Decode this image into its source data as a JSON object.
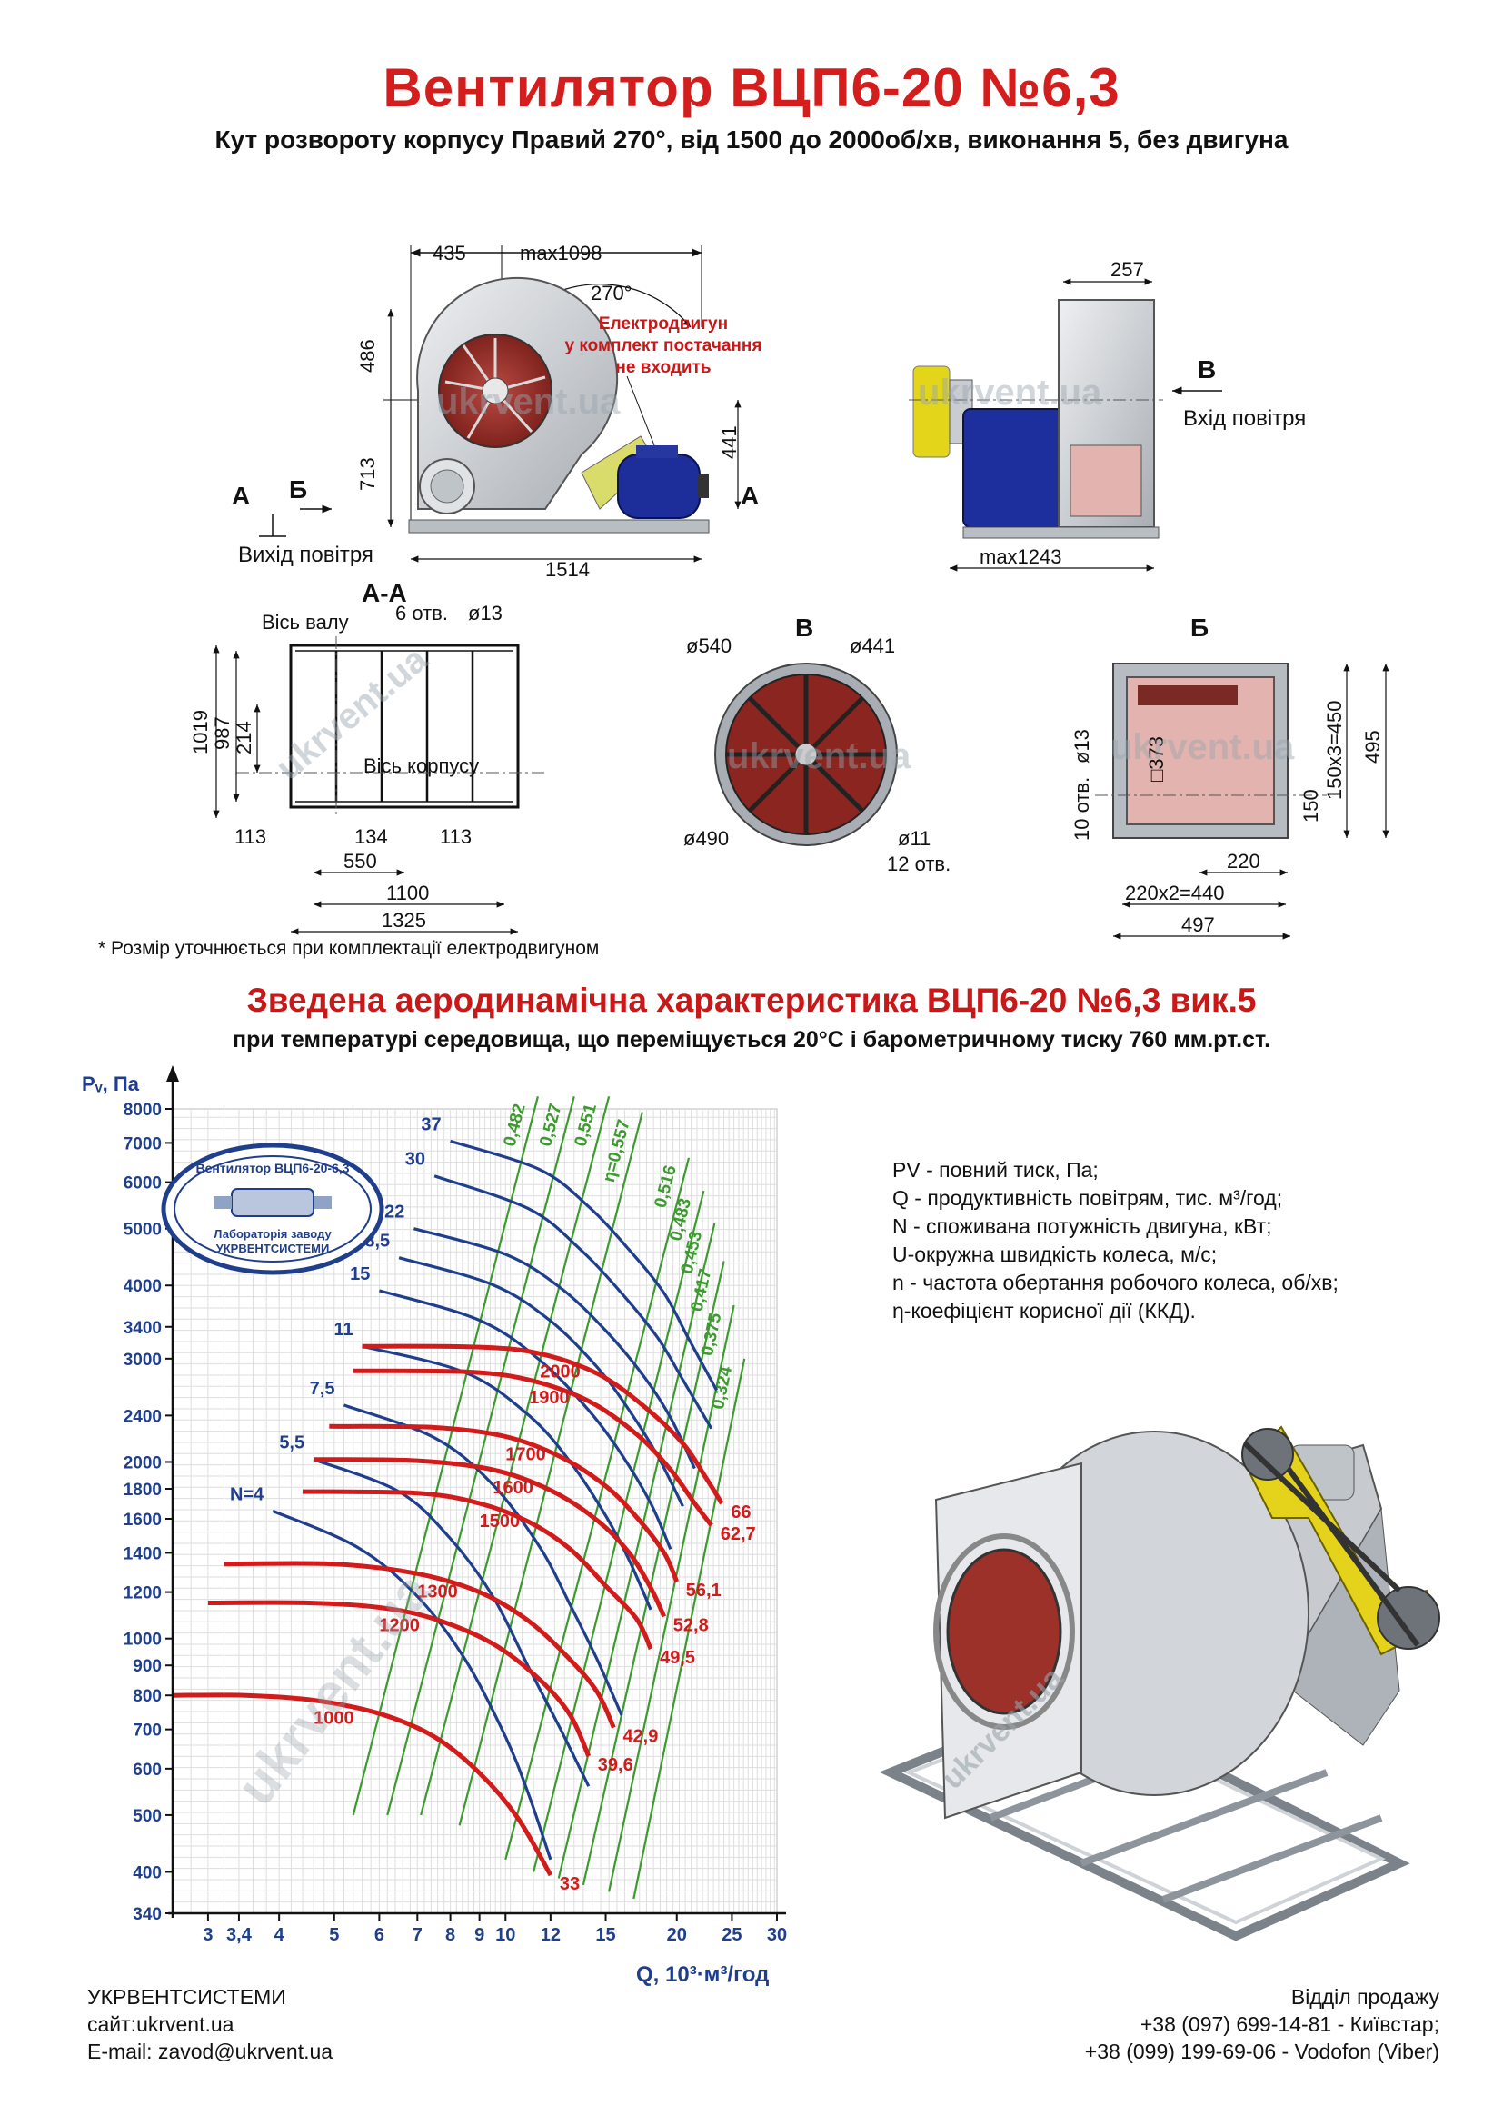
{
  "title": "Вентилятор  ВЦП6-20 №6,3",
  "subtitle": "Кут розвороту корпусу Правий 270°, від 1500 до 2000об/хв, виконання 5, без двигуна",
  "drawings": {
    "side": {
      "dims": [
        "435",
        "max1098",
        "270°",
        "486",
        "713",
        "441",
        "1514"
      ],
      "motor_note": [
        "Електродвигун",
        "у комплект постачання",
        "не входить"
      ],
      "marker_a": "А",
      "marker_b": "Б",
      "outlet_label": "Вихід повітря"
    },
    "front": {
      "dims": [
        "257",
        "max1243"
      ],
      "marker_v": "В",
      "inlet_label": "Вхід повітря"
    },
    "section_aa": {
      "title": "А-А",
      "shaft_axis": "Вісь валу",
      "holes": "6 отв.",
      "hole_dia": "ø13",
      "dims_v": [
        "1019",
        "987",
        "214"
      ],
      "dims_h": [
        "113",
        "134",
        "113",
        "550",
        "1100",
        "1325"
      ],
      "body_axis": "Вісь корпусу"
    },
    "view_v": {
      "title": "В",
      "dims": [
        "ø540",
        "ø441",
        "ø490",
        "ø11",
        "12 отв."
      ]
    },
    "view_b": {
      "title": "Б",
      "dims_v": [
        "□373",
        "150x3=450",
        "495",
        "150"
      ],
      "holes": "10 отв.",
      "hole_dia": "ø13",
      "dims_h": [
        "220",
        "220x2=440",
        "497"
      ]
    },
    "footnote": "* Розмір уточнюється при комплектації електродвигуном"
  },
  "watermark": "ukrvent.ua",
  "chart_heading": "Зведена аеродинамічна характеристика ВЦП6-20 №6,3 вик.5",
  "chart_subheading": "при температурі середовища, що переміщується 20°С і барометричному тиску 760 мм.рт.ст.",
  "stamp": {
    "top": "Вентилятор ВЦП6-20-6,3",
    "bottom": [
      "Лабораторія заводу",
      "УКРВЕНТСИСТЕМИ"
    ]
  },
  "chart_data": {
    "type": "line",
    "xlabel": "Q, 10³·м³/год",
    "ylabel": "Pᵥ, Па",
    "x_scale": "log",
    "y_scale": "log",
    "xlim": [
      2.6,
      30
    ],
    "ylim": [
      340,
      8000
    ],
    "x_ticks": [
      "3",
      "3,4",
      "4",
      "5",
      "6",
      "7",
      "8",
      "9",
      "10",
      "12",
      "15",
      "20",
      "25",
      "30"
    ],
    "x_tick_values": [
      3,
      3.4,
      4,
      5,
      6,
      7,
      8,
      9,
      10,
      12,
      15,
      20,
      25,
      30
    ],
    "y_ticks": [
      "340",
      "400",
      "500",
      "600",
      "700",
      "800",
      "900",
      "1000",
      "1200",
      "1400",
      "1600",
      "1800",
      "2000",
      "2400",
      "3000",
      "3400",
      "4000",
      "5000",
      "6000",
      "7000",
      "8000"
    ],
    "y_tick_values": [
      340,
      400,
      500,
      600,
      700,
      800,
      900,
      1000,
      1200,
      1400,
      1600,
      1800,
      2000,
      2400,
      3000,
      3400,
      4000,
      5000,
      6000,
      7000,
      8000
    ],
    "speed_curves": [
      {
        "n": "1000",
        "u": "33",
        "points": [
          [
            2.6,
            800
          ],
          [
            3.5,
            800
          ],
          [
            4.6,
            785
          ],
          [
            6,
            745
          ],
          [
            7.5,
            680
          ],
          [
            9,
            590
          ],
          [
            10.5,
            495
          ],
          [
            12,
            395
          ]
        ]
      },
      {
        "n": "1200",
        "u": "39,6",
        "points": [
          [
            3,
            1150
          ],
          [
            4.5,
            1150
          ],
          [
            6,
            1130
          ],
          [
            7.5,
            1080
          ],
          [
            9.5,
            980
          ],
          [
            11.5,
            850
          ],
          [
            13,
            740
          ],
          [
            14,
            630
          ]
        ]
      },
      {
        "n": "1300",
        "u": "42,9",
        "points": [
          [
            3.2,
            1340
          ],
          [
            5,
            1340
          ],
          [
            7,
            1290
          ],
          [
            9,
            1200
          ],
          [
            11,
            1070
          ],
          [
            13,
            920
          ],
          [
            14.5,
            810
          ],
          [
            15.5,
            705
          ]
        ]
      },
      {
        "n": "1500",
        "u": "49,5",
        "points": [
          [
            4.4,
            1780
          ],
          [
            7,
            1770
          ],
          [
            9,
            1700
          ],
          [
            11,
            1580
          ],
          [
            13,
            1420
          ],
          [
            15,
            1230
          ],
          [
            17,
            1080
          ],
          [
            18,
            960
          ]
        ]
      },
      {
        "n": "1600",
        "u": "52,8",
        "points": [
          [
            4.6,
            2020
          ],
          [
            7,
            2010
          ],
          [
            9.5,
            1940
          ],
          [
            12,
            1790
          ],
          [
            14.5,
            1590
          ],
          [
            16.5,
            1400
          ],
          [
            18,
            1220
          ],
          [
            19,
            1090
          ]
        ]
      },
      {
        "n": "1700",
        "u": "56,1",
        "points": [
          [
            4.9,
            2300
          ],
          [
            7.5,
            2290
          ],
          [
            10,
            2210
          ],
          [
            12.5,
            2040
          ],
          [
            15,
            1820
          ],
          [
            17,
            1610
          ],
          [
            19,
            1400
          ],
          [
            20,
            1250
          ]
        ]
      },
      {
        "n": "1900",
        "u": "62,7",
        "points": [
          [
            5.4,
            2860
          ],
          [
            8.5,
            2850
          ],
          [
            11,
            2760
          ],
          [
            14,
            2540
          ],
          [
            17,
            2230
          ],
          [
            19.5,
            1940
          ],
          [
            21.5,
            1700
          ],
          [
            23,
            1560
          ]
        ]
      },
      {
        "n": "2000",
        "u": "66",
        "points": [
          [
            5.6,
            3150
          ],
          [
            9,
            3140
          ],
          [
            11.5,
            3060
          ],
          [
            14.5,
            2830
          ],
          [
            17.5,
            2490
          ],
          [
            20.5,
            2150
          ],
          [
            22.5,
            1880
          ],
          [
            24,
            1700
          ]
        ]
      }
    ],
    "power_curves": [
      {
        "N": "4",
        "points": [
          [
            3.9,
            1650
          ],
          [
            5.5,
            1430
          ],
          [
            7,
            1180
          ],
          [
            8.5,
            920
          ],
          [
            10,
            680
          ],
          [
            11,
            540
          ],
          [
            12,
            420
          ]
        ]
      },
      {
        "N": "5,5",
        "points": [
          [
            4.6,
            2020
          ],
          [
            6.5,
            1780
          ],
          [
            8,
            1480
          ],
          [
            9.5,
            1180
          ],
          [
            11,
            890
          ],
          [
            12.5,
            700
          ],
          [
            14,
            560
          ]
        ]
      },
      {
        "N": "7,5",
        "points": [
          [
            5.2,
            2500
          ],
          [
            7.5,
            2200
          ],
          [
            9.5,
            1830
          ],
          [
            11.5,
            1430
          ],
          [
            13,
            1140
          ],
          [
            14.5,
            920
          ],
          [
            16,
            740
          ]
        ]
      },
      {
        "N": "11",
        "points": [
          [
            5.6,
            3150
          ],
          [
            8.5,
            2840
          ],
          [
            11,
            2400
          ],
          [
            13,
            2000
          ],
          [
            15,
            1620
          ],
          [
            16.5,
            1360
          ],
          [
            18,
            1120
          ]
        ]
      },
      {
        "N": "15",
        "points": [
          [
            6,
            3920
          ],
          [
            9,
            3490
          ],
          [
            11.5,
            2980
          ],
          [
            14,
            2450
          ],
          [
            16,
            2060
          ],
          [
            18,
            1700
          ],
          [
            19.5,
            1420
          ]
        ]
      },
      {
        "N": "18,5",
        "points": [
          [
            6.5,
            4460
          ],
          [
            9.5,
            4010
          ],
          [
            12,
            3480
          ],
          [
            14.5,
            2900
          ],
          [
            16.5,
            2450
          ],
          [
            18.5,
            2050
          ],
          [
            20.5,
            1680
          ]
        ]
      },
      {
        "N": "22",
        "points": [
          [
            6.9,
            5000
          ],
          [
            10,
            4520
          ],
          [
            12.5,
            3960
          ],
          [
            15,
            3350
          ],
          [
            17.5,
            2800
          ],
          [
            19.5,
            2380
          ],
          [
            21.5,
            1950
          ]
        ]
      },
      {
        "N": "30",
        "points": [
          [
            7.5,
            6150
          ],
          [
            11,
            5400
          ],
          [
            13.5,
            4620
          ],
          [
            16,
            3880
          ],
          [
            18.5,
            3260
          ],
          [
            20.5,
            2760
          ],
          [
            23,
            2280
          ]
        ]
      },
      {
        "N": "37",
        "points": [
          [
            8,
            7050
          ],
          [
            11.5,
            6300
          ],
          [
            14,
            5450
          ],
          [
            16.5,
            4600
          ],
          [
            19,
            3880
          ],
          [
            21,
            3240
          ],
          [
            23.5,
            2650
          ]
        ]
      }
    ],
    "efficiency_rays": [
      {
        "eta": "0,482",
        "points": [
          [
            5.4,
            500
          ],
          [
            11.4,
            8400
          ]
        ]
      },
      {
        "eta": "0,527",
        "points": [
          [
            6.2,
            500
          ],
          [
            13.2,
            8400
          ]
        ]
      },
      {
        "eta": "0,551",
        "points": [
          [
            7.1,
            500
          ],
          [
            15.2,
            8400
          ]
        ]
      },
      {
        "eta": "η=0,557",
        "points": [
          [
            8.3,
            480
          ],
          [
            17.4,
            7900
          ]
        ]
      },
      {
        "eta": "0,516",
        "points": [
          [
            10.0,
            420
          ],
          [
            21.0,
            6600
          ]
        ]
      },
      {
        "eta": "0,483",
        "points": [
          [
            11.2,
            400
          ],
          [
            22.3,
            5800
          ]
        ]
      },
      {
        "eta": "0,453",
        "points": [
          [
            12.4,
            390
          ],
          [
            23.3,
            5100
          ]
        ]
      },
      {
        "eta": "0,417",
        "points": [
          [
            13.7,
            380
          ],
          [
            24.2,
            4400
          ]
        ]
      },
      {
        "eta": "0,375",
        "points": [
          [
            15.2,
            370
          ],
          [
            25.2,
            3700
          ]
        ]
      },
      {
        "eta": "0,324",
        "points": [
          [
            16.8,
            360
          ],
          [
            26.3,
            3000
          ]
        ]
      }
    ]
  },
  "legend": [
    "PV - повний тиск, Па;",
    "Q - продуктивність повітрям, тис. м³/год;",
    "N - споживана потужність двигуна, кВт;",
    "U-окружна швидкість колеса, м/с;",
    "n - частота обертання робочого колеса, об/хв;",
    "η-коефіцієнт корисної дії (ККД)."
  ],
  "footer": {
    "company": "УКРВЕНТСИСТЕМИ",
    "site": "сайт:ukrvent.ua",
    "email": "E-mail: zavod@ukrvent.ua",
    "sales_title": "Відділ продажу",
    "phone1": "+38 (097) 699-14-81 - Київстар;",
    "phone2": "+38 (099) 199-69-06 - Vodofon (Viber)"
  },
  "colors": {
    "title_red": "#d41e1e",
    "speed_red": "#d21b1b",
    "power_blue": "#1f3f8c",
    "eta_green": "#3c9a2e",
    "fan_grey": "#c9cdd2",
    "impeller_red": "#8e2a23",
    "motor_blue": "#1d2e9a",
    "belt_yellow": "#e5d21a"
  }
}
